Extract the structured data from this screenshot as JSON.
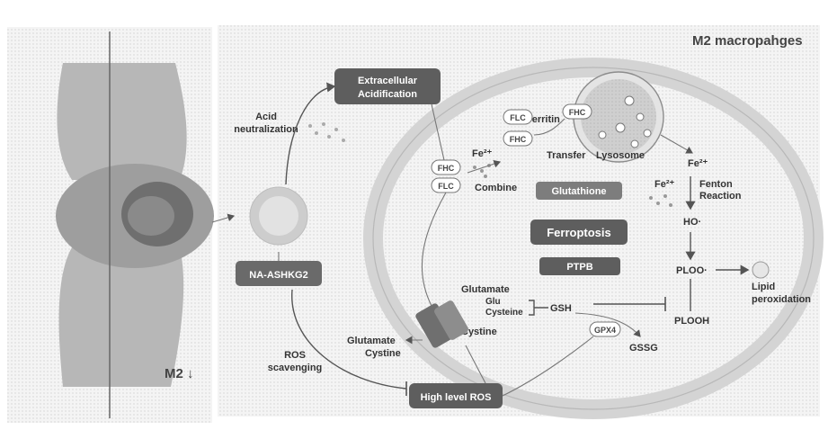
{
  "title": "M2 macropahges",
  "left_panel": {
    "m2_label": "M2 ↓"
  },
  "boxes": {
    "extracellular_top": "Extracellular",
    "extracellular_bottom": "Acidification",
    "nanodrug": "NA-ASHKG2",
    "central_upper": "Glutathione",
    "ferroptosis": "Ferroptosis",
    "bottom_center": "PTPB",
    "high_level_ros": "High level ROS"
  },
  "labels": {
    "acid_line1": "Acid",
    "acid_line2": "neutralization",
    "ferritin": "Ferritin",
    "fe_ion": "Fe²⁺",
    "transfer": "Transfer",
    "lysosome": "Lysosome",
    "combine": "Combine",
    "fenton_line1": "Fenton",
    "fenton_line2": "Reaction",
    "ho": "HO·",
    "ploo": "PLOO·",
    "plooh": "PLOOH",
    "lipid_line1": "Lipid",
    "lipid_line2": "peroxidation",
    "glutamate_top": "Glutamate",
    "glu": "Glu",
    "cysteine": "Cysteine",
    "gsh": "GSH",
    "cystine_right": "Cystine",
    "glutamate_left": "Glutamate",
    "cystine_left": "Cystine",
    "gpx4": "GPX4",
    "gssg": "GSSG",
    "ros_line1": "ROS",
    "ros_line2": "scavenging"
  },
  "pills": {
    "flc": "FLC",
    "fhc": "FHC",
    "fhc_lower": "FHC",
    "flc_lower": "FLC",
    "fhc_lyso": "FHC"
  },
  "colors": {
    "dark_box": "#5e5e5e",
    "mid_box": "#7d7d7d",
    "membrane": "#d9d9d9",
    "tissue": "#cfcfcf"
  }
}
